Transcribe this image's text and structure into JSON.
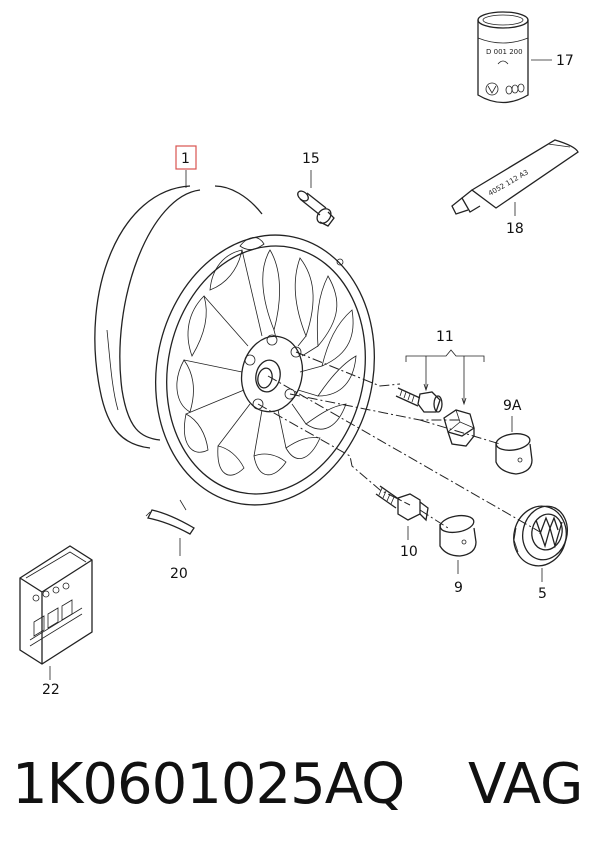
{
  "callouts": {
    "c1": "1",
    "c15": "15",
    "c17": "17",
    "c18": "18",
    "c11": "11",
    "c9a": "9A",
    "c10": "10",
    "c9": "9",
    "c5": "5",
    "c20": "20",
    "c22": "22"
  },
  "labels": {
    "can_code": "D 001 200",
    "tube_code": "4052 112 A3"
  },
  "footer": {
    "part_number": "1K0601025AQ",
    "brand": "VAG"
  },
  "colors": {
    "line": "#222222",
    "highlight_box": "#d9534f"
  }
}
